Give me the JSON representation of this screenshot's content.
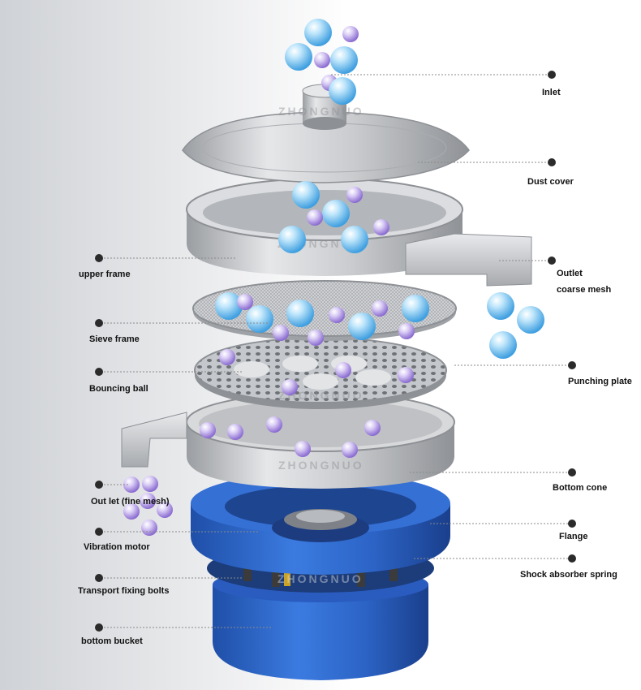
{
  "watermark": "ZHONGNUO",
  "labels": {
    "inlet": "Inlet",
    "dust_cover": "Dust cover",
    "upper_frame": "upper frame",
    "outlet": "Outlet",
    "coarse_mesh": "coarse mesh",
    "sieve_frame": "Sieve frame",
    "punching_plate": "Punching plate",
    "bouncing_ball": "Bouncing ball",
    "bottom_cone": "Bottom cone",
    "outlet_fine_mesh": "Out let (fine mesh)",
    "flange": "Flange",
    "vibration_motor": "Vibration motor",
    "shock_absorber_spring": "Shock absorber spring",
    "transport_fixing_bolts": "Transport fixing bolts",
    "bottom_bucket": "bottom bucket"
  },
  "colors": {
    "steel": "#b9bcc0",
    "base_blue": "#2f63c8",
    "ball_blue": "#5fb6ec",
    "ball_purple": "#a68ad8",
    "leader_line": "#8a8a8a",
    "dot": "#2b2b2b"
  }
}
